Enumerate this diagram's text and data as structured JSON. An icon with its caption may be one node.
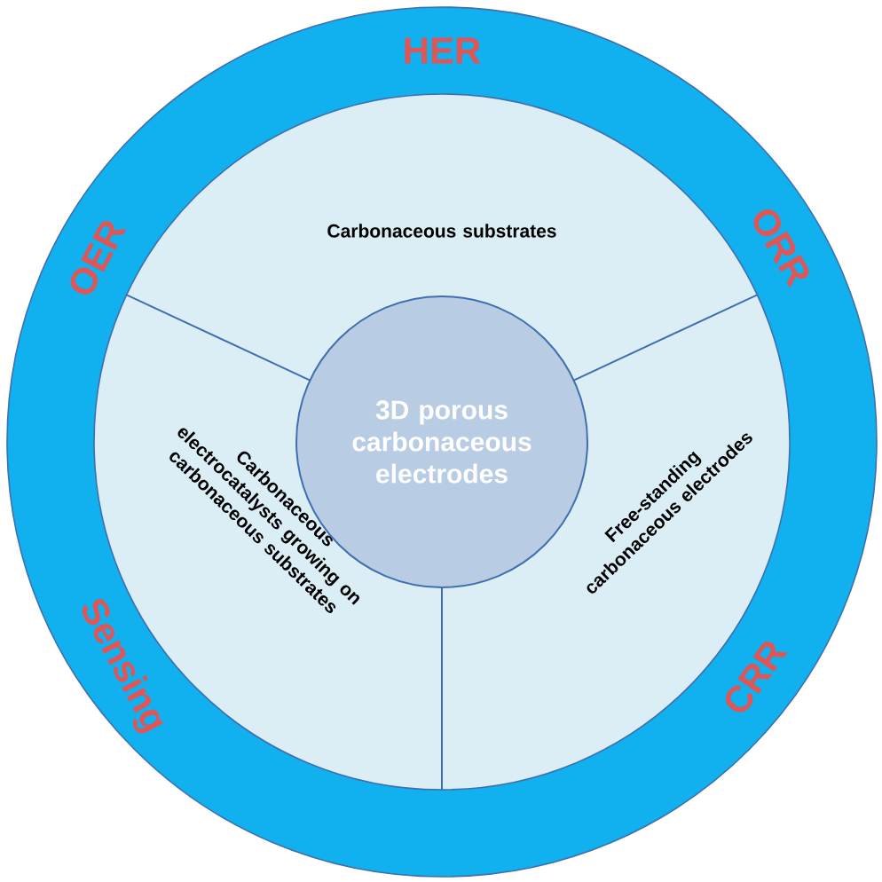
{
  "diagram": {
    "nodes": [
      {
        "text": [
          "Carbonaceous substrates"
        ]
      },
      {
        "text": [
          "Carbonaceous electrocatalysts growing on carbonaceous substrates"
        ]
      },
      {
        "text": [
          "Free-standing carbonaceous electrodes"
        ]
      },
      {
        "text": [
          "3D porous carbonaceous electrodes"
        ]
      }
    ],
    "labels": [
      "HER",
      "OER",
      "ORR",
      "Sensing",
      "CRR"
    ]
  }
}
